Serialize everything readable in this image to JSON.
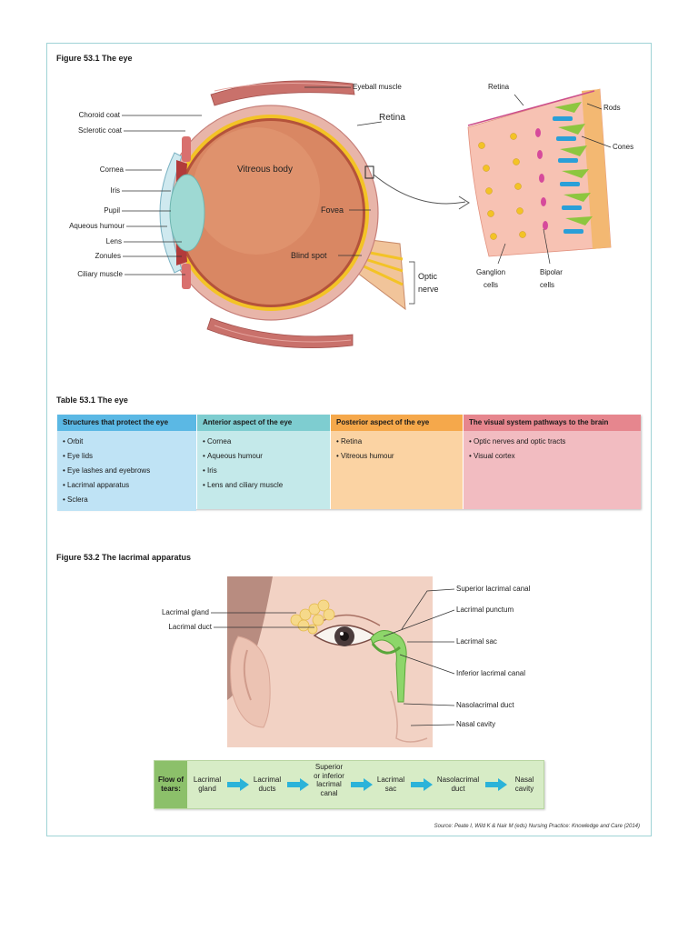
{
  "figure1": {
    "title": "Figure 53.1   The eye",
    "labels": {
      "eyeball_muscle": "Eyeball muscle",
      "choroid_coat": "Choroid coat",
      "sclerotic_coat": "Sclerotic coat",
      "retina": "Retina",
      "cornea": "Cornea",
      "iris": "Iris",
      "pupil": "Pupil",
      "aqueous_humour": "Aqueous humour",
      "lens": "Lens",
      "zonules": "Zonules",
      "ciliary_muscle": "Ciliary muscle",
      "vitreous_body": "Vitreous body",
      "fovea": "Fovea",
      "blind_spot": "Blind spot",
      "optic_nerve": "Optic\nnerve"
    },
    "inset_labels": {
      "retina": "Retina",
      "rods": "Rods",
      "cones": "Cones",
      "ganglion_cells": "Ganglion\ncells",
      "bipolar_cells": "Bipolar\ncells"
    }
  },
  "table1": {
    "title": "Table 53.1   The eye",
    "columns": [
      {
        "header": "Structures that protect the eye",
        "header_color": "#5bb8e4",
        "body_color": "#bfe3f5",
        "items": [
          "Orbit",
          "Eye lids",
          "Eye lashes and eyebrows",
          "Lacrimal apparatus",
          "Sclera"
        ]
      },
      {
        "header": "Anterior aspect of the eye",
        "header_color": "#7ecdd0",
        "body_color": "#c4e9ea",
        "items": [
          "Cornea",
          "Aqueous humour",
          "Iris",
          "Lens and ciliary muscle"
        ]
      },
      {
        "header": "Posterior aspect of the eye",
        "header_color": "#f5a84b",
        "body_color": "#fbd3a3",
        "items": [
          "Retina",
          "Vitreous humour"
        ]
      },
      {
        "header": "The visual system pathways to the brain",
        "header_color": "#e6868e",
        "body_color": "#f2bcc1",
        "items": [
          "Optic nerves and optic tracts",
          "Visual cortex"
        ]
      }
    ]
  },
  "figure2": {
    "title": "Figure 53.2   The lacrimal apparatus",
    "labels": {
      "lacrimal_gland": "Lacrimal gland",
      "lacrimal_duct": "Lacrimal duct",
      "superior_canal": "Superior lacrimal canal",
      "lacrimal_punctum": "Lacrimal punctum",
      "lacrimal_sac": "Lacrimal sac",
      "inferior_canal": "Inferior lacrimal canal",
      "nasolacrimal_duct": "Nasolacrimal duct",
      "nasal_cavity": "Nasal cavity"
    }
  },
  "flow": {
    "heading": "Flow of\ntears:",
    "steps": [
      "Lacrimal\ngland",
      "Lacrimal\nducts",
      "Superior\nor inferior\nlacrimal\ncanal",
      "Lacrimal\nsac",
      "Nasolacrimal\nduct",
      "Nasal\ncavity"
    ]
  },
  "source": "Source: Peate I, Wild K & Nair M (eds) Nursing Practice: Knowledge and Care (2014)",
  "colors": {
    "frame": "#9fd3d6",
    "eye_body": "#d98763",
    "sclera": "#e8b5a9",
    "retina": "#f3c326",
    "lens": "#9ed9d3",
    "tear_duct": "#8dd66a",
    "flow_bg": "#d7ecc6",
    "flow_arrow": "#2bb3d9"
  }
}
